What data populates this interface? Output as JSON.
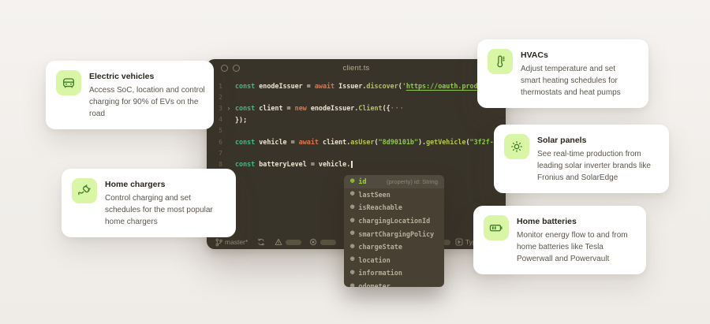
{
  "colors": {
    "editor_bg": "#39342a",
    "dropdown_bg": "#474033",
    "card_icon_bg": "#d9f6a6",
    "card_icon_stroke": "#3c7b26",
    "keyword_green": "#4db582",
    "keyword_orange": "#d9764f",
    "method_lime": "#b4c654",
    "string_green": "#8ecb49",
    "code_default": "#ece4d0",
    "selected_item_green": "#9ed23f"
  },
  "editor": {
    "title": "client.ts",
    "lines": [
      {
        "n": "1",
        "tokens": [
          [
            "k",
            "const "
          ],
          [
            "d",
            "enodeIssuer = "
          ],
          [
            "a",
            "await "
          ],
          [
            "d",
            "Issuer."
          ],
          [
            "m",
            "discover"
          ],
          [
            "d",
            "("
          ],
          [
            "s",
            "'"
          ],
          [
            "u",
            "https://oauth.prod"
          ]
        ]
      },
      {
        "n": "2",
        "tokens": []
      },
      {
        "n": "3",
        "fold": true,
        "tokens": [
          [
            "k",
            "const "
          ],
          [
            "d",
            "client = "
          ],
          [
            "a",
            "new "
          ],
          [
            "d",
            "enodeIssuer."
          ],
          [
            "m",
            "Client"
          ],
          [
            "d",
            "({"
          ],
          [
            "dim",
            "···"
          ]
        ]
      },
      {
        "n": "4",
        "tokens": [
          [
            "d",
            "});"
          ]
        ]
      },
      {
        "n": "5",
        "tokens": []
      },
      {
        "n": "6",
        "tokens": [
          [
            "k",
            "const "
          ],
          [
            "d",
            "vehicle = "
          ],
          [
            "a",
            "await "
          ],
          [
            "d",
            "client."
          ],
          [
            "m",
            "asUser"
          ],
          [
            "d",
            "("
          ],
          [
            "s",
            "\"8d90101b\""
          ],
          [
            "d",
            ")."
          ],
          [
            "m",
            "getVehicle"
          ],
          [
            "d",
            "("
          ],
          [
            "s",
            "\"3f2f-"
          ]
        ]
      },
      {
        "n": "7",
        "tokens": []
      },
      {
        "n": "8",
        "cursor": true,
        "tokens": [
          [
            "k",
            "const "
          ],
          [
            "d",
            "batteryLevel = vehicle."
          ]
        ]
      }
    ],
    "statusbar": {
      "branch": "master*",
      "right_label": "TypeScript"
    }
  },
  "autocomplete": {
    "selected": {
      "label": "id",
      "hint": "(property) id: String"
    },
    "items": [
      "lastSeen",
      "isReachable",
      "chargingLocationId",
      "smartChargingPolicy",
      "chargeState",
      "location",
      "information",
      "odometer"
    ],
    "item_icon": "⊛"
  },
  "cards": [
    {
      "title": "Electric vehicles",
      "body_lines": [
        "Access SoC, location and control",
        "charging for 90% of EVs on the",
        "road"
      ]
    },
    {
      "title": "Home chargers",
      "body_lines": [
        "Control charging and set",
        "schedules for the most popular",
        "home chargers"
      ]
    },
    {
      "title": "HVACs",
      "body_lines": [
        "Adjust temperature and set",
        "smart heating schedules for",
        "thermostats and heat pumps"
      ]
    },
    {
      "title": "Solar panels",
      "body_lines": [
        "See real-time production from",
        "leading solar inverter brands like",
        "Fronius and SolarEdge"
      ]
    },
    {
      "title": "Home batteries",
      "body_lines": [
        "Monitor energy flow to and from",
        "home batteries like Tesla",
        "Powerwall and Powervault"
      ]
    }
  ]
}
